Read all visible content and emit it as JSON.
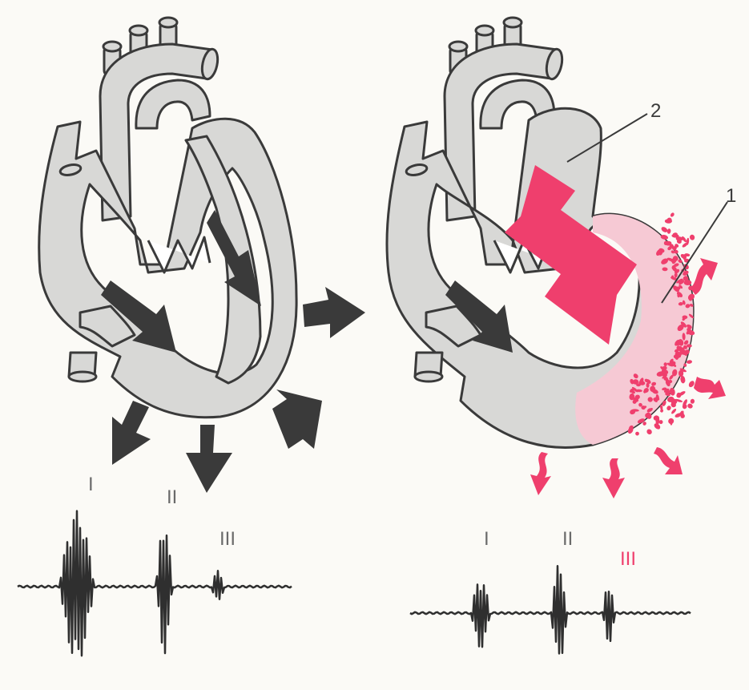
{
  "colors": {
    "background": "#fbfaf6",
    "wall_fill": "#d8d8d6",
    "outline": "#3a3a3a",
    "dark_arrow": "#3a3a3a",
    "pink": "#ef3f6d",
    "trace": "#2f2f2f",
    "label_gray": "#6a6a6a"
  },
  "left_panel": {
    "trace_labels": [
      "I",
      "II",
      "III"
    ]
  },
  "right_panel": {
    "callouts": [
      "1",
      "2"
    ],
    "trace_labels": [
      "I",
      "II",
      "III"
    ],
    "highlight_label_color": "#ef3f6d"
  }
}
